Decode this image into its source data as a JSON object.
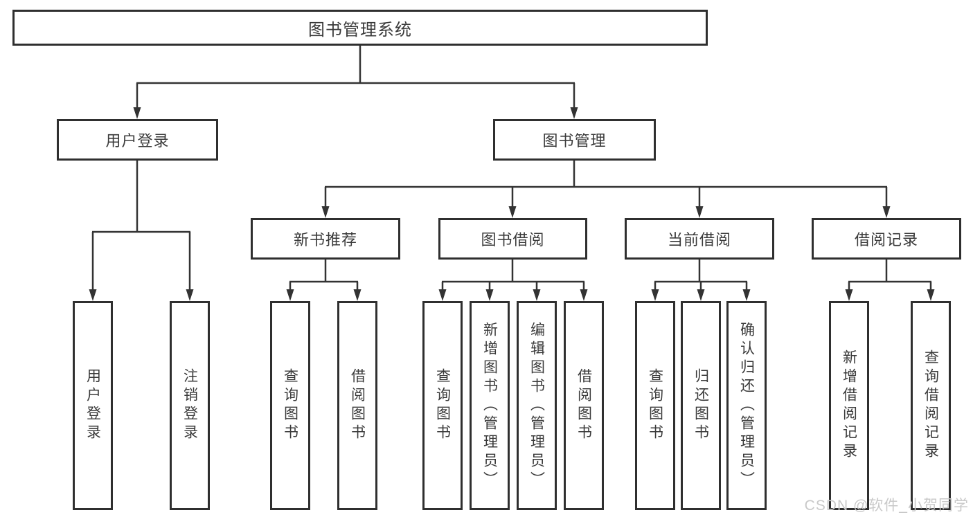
{
  "tree": {
    "label": "图书管理系统",
    "children": [
      {
        "label": "用户登录",
        "children": [
          {
            "label": "用户登录"
          },
          {
            "label": "注销登录"
          }
        ]
      },
      {
        "label": "图书管理",
        "children": [
          {
            "label": "新书推荐",
            "children": [
              {
                "label": "查询图书"
              },
              {
                "label": "借阅图书"
              }
            ]
          },
          {
            "label": "图书借阅",
            "children": [
              {
                "label": "查询图书"
              },
              {
                "label": "新增图书（管理员）"
              },
              {
                "label": "编辑图书（管理员）"
              },
              {
                "label": "借阅图书"
              }
            ]
          },
          {
            "label": "当前借阅",
            "children": [
              {
                "label": "查询图书"
              },
              {
                "label": "归还图书"
              },
              {
                "label": "确认归还（管理员）"
              }
            ]
          },
          {
            "label": "借阅记录",
            "children": [
              {
                "label": "新增借阅记录"
              },
              {
                "label": "查询借阅记录"
              }
            ]
          }
        ]
      }
    ]
  },
  "watermark": "CSDN @软件_小贺同学",
  "colors": {
    "line": "#333333",
    "box_border": "#2f2f2f",
    "text": "#3a3a3a",
    "watermark_text": "#c9c9c9",
    "background": "#ffffff"
  }
}
